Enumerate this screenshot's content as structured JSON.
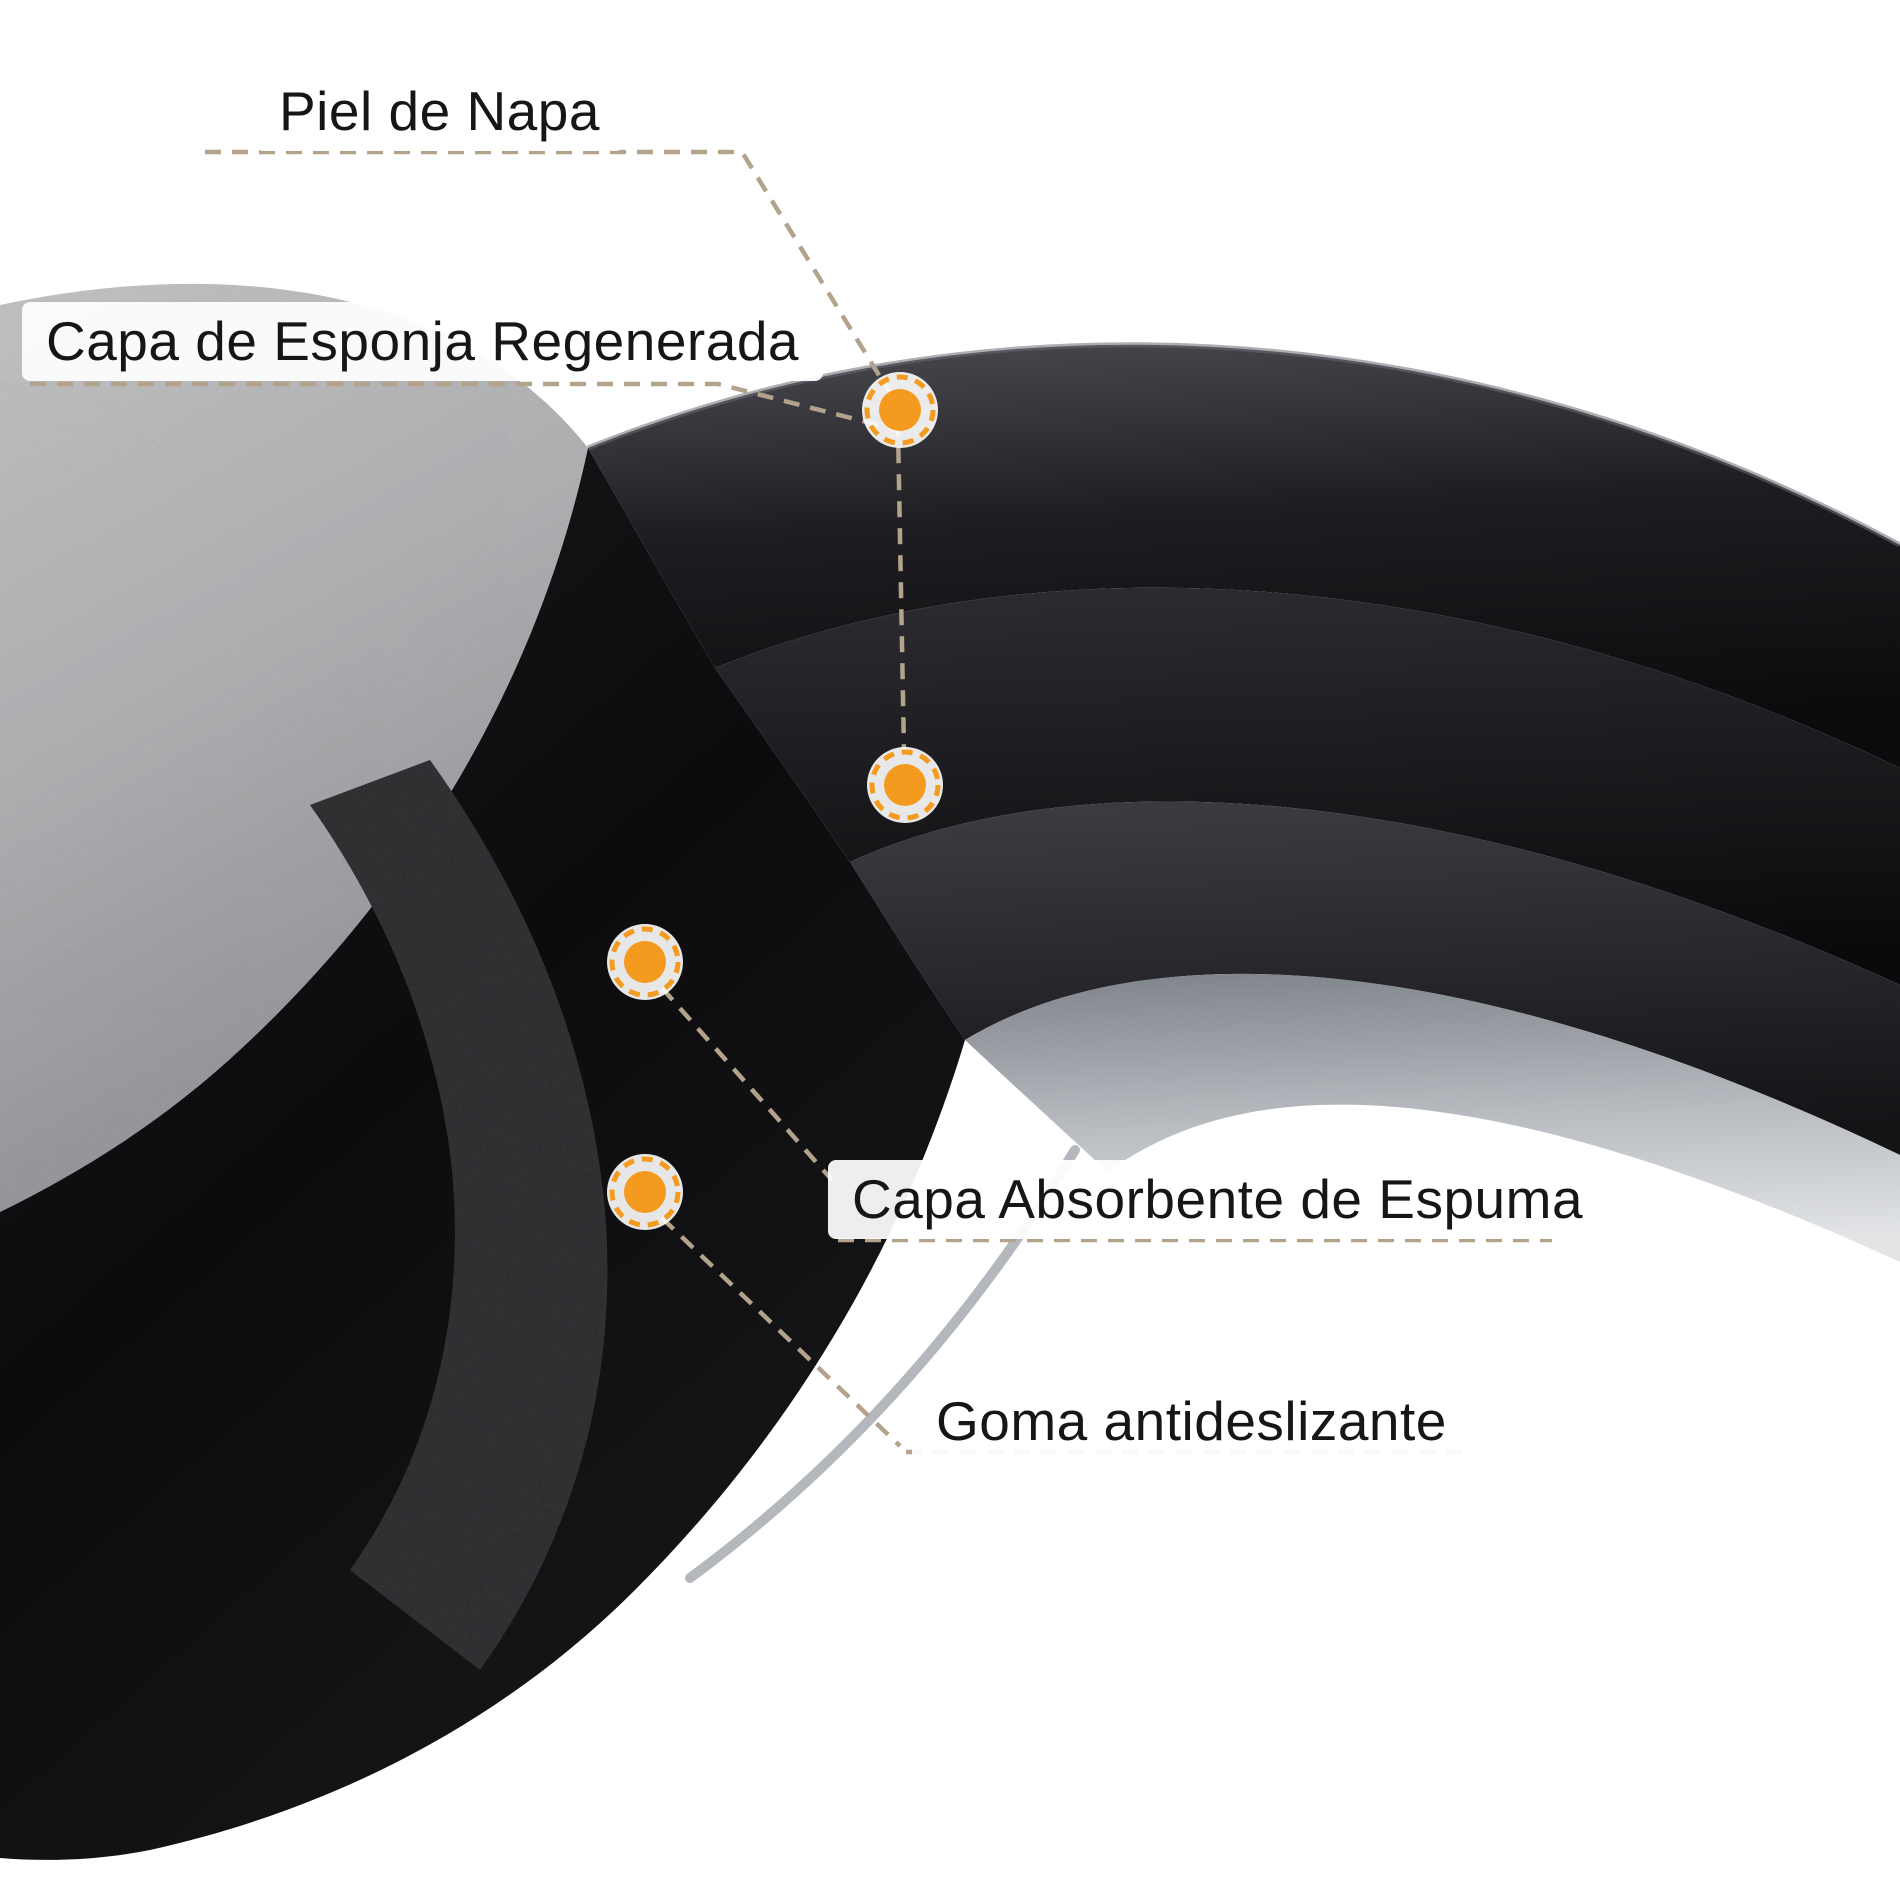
{
  "diagram": {
    "type": "product-layers-callout",
    "labels": [
      {
        "id": "piel-de-napa",
        "text": "Piel de Napa"
      },
      {
        "id": "capa-de-esponja-regenerada",
        "text": "Capa de Esponja Regenerada"
      },
      {
        "id": "capa-absorbente-de-espuma",
        "text": "Capa Absorbente de Espuma"
      },
      {
        "id": "goma-antideslizante",
        "text": "Goma antideslizante"
      }
    ],
    "markers": [
      {
        "for": "piel-de-napa"
      },
      {
        "for": "capa-de-esponja-regenerada"
      },
      {
        "for": "capa-absorbente-de-espuma"
      },
      {
        "for": "goma-antideslizante"
      }
    ],
    "colors": {
      "marker": "#f49a1e",
      "leader_line": "#b3a28c",
      "label_text": "#161616",
      "background": "#ffffff",
      "silver_layer": "#d9dadd",
      "black_layer": "#111113",
      "gray_rubber": "#c4c7cb"
    }
  }
}
